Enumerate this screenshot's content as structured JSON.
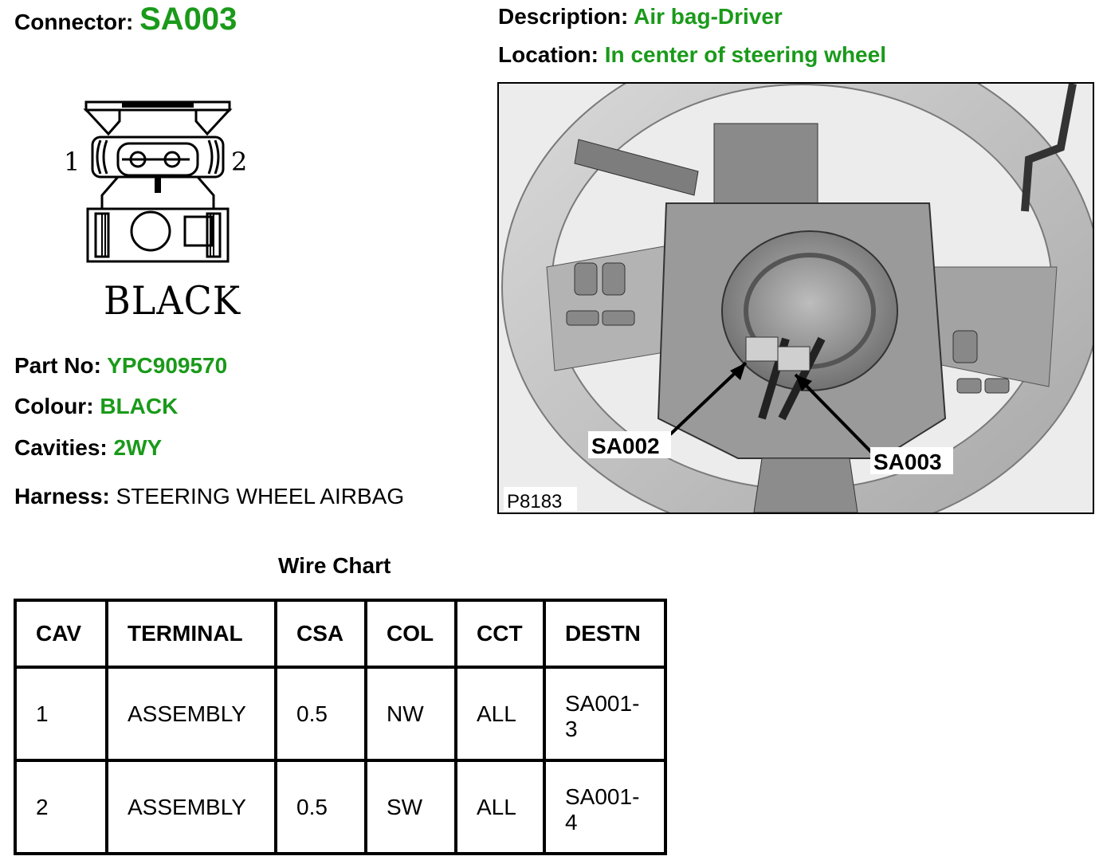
{
  "connector": {
    "label": "Connector:",
    "value": "SA003"
  },
  "description": {
    "label": "Description:",
    "value": "Air bag-Driver"
  },
  "location": {
    "label": "Location:",
    "value": "In center of steering wheel"
  },
  "drawing": {
    "pin_left": "1",
    "pin_right": "2",
    "caption": "BLACK"
  },
  "part_no": {
    "label": "Part No:",
    "value": "YPC909570"
  },
  "colour": {
    "label": "Colour:",
    "value": "BLACK"
  },
  "cavities": {
    "label": "Cavities:",
    "value": "2WY"
  },
  "harness": {
    "label": "Harness:",
    "value": "STEERING WHEEL AIRBAG"
  },
  "photo": {
    "callout_1": "SA002",
    "callout_2": "SA003",
    "figure_id": "P8183"
  },
  "wire_chart": {
    "title": "Wire Chart",
    "headers": [
      "CAV",
      "TERMINAL",
      "CSA",
      "COL",
      "CCT",
      "DESTN"
    ],
    "rows": [
      {
        "cav": "1",
        "terminal": "ASSEMBLY",
        "csa": "0.5",
        "col": "NW",
        "cct": "ALL",
        "destn_1": "SA001-",
        "destn_2": "3"
      },
      {
        "cav": "2",
        "terminal": "ASSEMBLY",
        "csa": "0.5",
        "col": "SW",
        "cct": "ALL",
        "destn_1": "SA001-",
        "destn_2": "4"
      }
    ]
  },
  "colors": {
    "value_green": "#1a9a1a",
    "text": "#000000"
  }
}
